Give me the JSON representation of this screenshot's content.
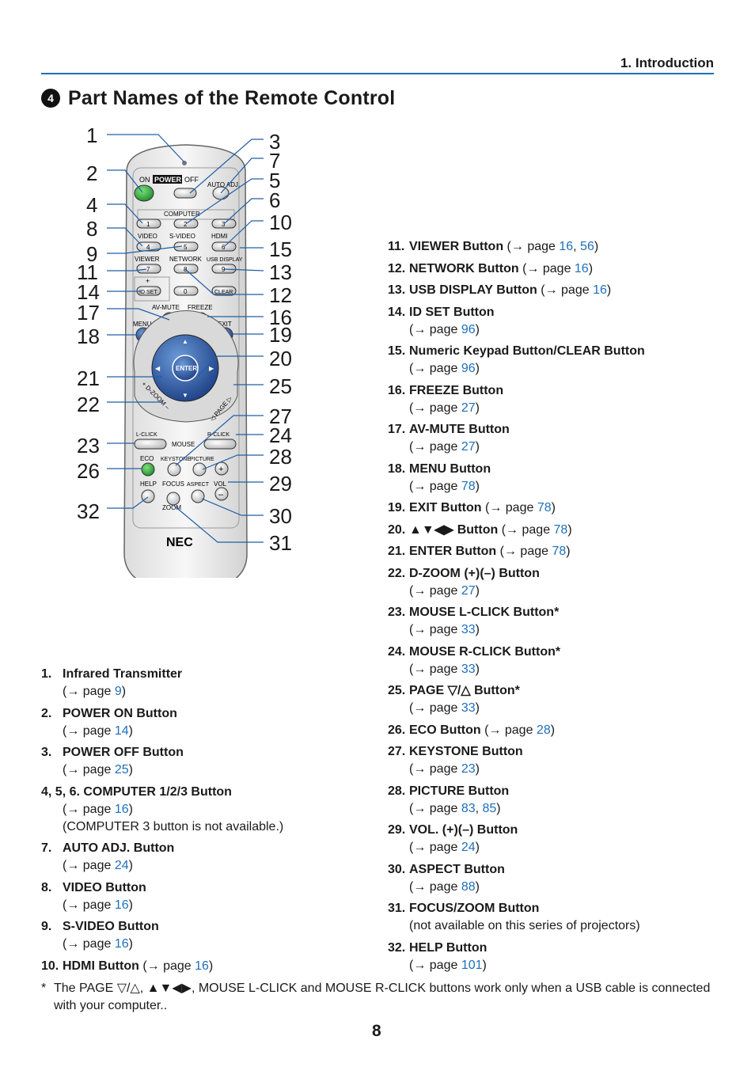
{
  "header": {
    "section": "1. Introduction"
  },
  "title": {
    "number": "4",
    "text": "Part Names of the Remote Control"
  },
  "remote": {
    "buttons": {
      "on": "ON",
      "power": "POWER",
      "off": "OFF",
      "auto_adj": "AUTO ADJ.",
      "computer": "COMPUTER",
      "k1": "1",
      "k2": "2",
      "k3": "3",
      "video": "VIDEO",
      "svideo": "S-VIDEO",
      "hdmi": "HDMI",
      "k4": "4",
      "k5": "5",
      "k6": "6",
      "viewer": "VIEWER",
      "network": "NETWORK",
      "usb_display": "USB DISPLAY",
      "k7": "7",
      "k8": "8",
      "k9": "9",
      "plus": "+",
      "id_set": "ID SET",
      "clear": "CLEAR",
      "k0": "0",
      "av_mute": "AV-MUTE",
      "freeze": "FREEZE",
      "menu": "MENU",
      "exit": "EXIT",
      "enter": "ENTER",
      "dzoom": "+ D-ZOOM –",
      "page": "◁ PAGE ▷",
      "l_click": "L-CLICK",
      "r_click": "R-CLICK",
      "mouse": "MOUSE",
      "eco": "ECO",
      "keystone": "KEYSTONE",
      "picture": "PICTURE",
      "help": "HELP",
      "focus": "FOCUS",
      "aspect": "ASPECT",
      "vol": "VOL",
      "zoom": "ZOOM",
      "brand": "NEC"
    },
    "callouts_left": [
      "1",
      "2",
      "4",
      "8",
      "9",
      "11",
      "14",
      "17",
      "18",
      "21",
      "22",
      "23",
      "26",
      "32"
    ],
    "callouts_right": [
      "3",
      "7",
      "5",
      "6",
      "10",
      "15",
      "13",
      "12",
      "16",
      "19",
      "20",
      "25",
      "27",
      "24",
      "28",
      "29",
      "30",
      "31"
    ]
  },
  "list_left": [
    {
      "num": "1.",
      "label": "Infrared Transmitter",
      "ref": "(→ page ",
      "pages": [
        "9"
      ],
      "inline": false
    },
    {
      "num": "2.",
      "label": "POWER ON Button",
      "ref": "(→ page ",
      "pages": [
        "14"
      ],
      "inline": false
    },
    {
      "num": "3.",
      "label": "POWER OFF Button",
      "ref": "(→ page ",
      "pages": [
        "25"
      ],
      "inline": false
    },
    {
      "num": "4, 5, 6.",
      "label": "COMPUTER 1/2/3 Button",
      "ref": "(→ page ",
      "pages": [
        "16"
      ],
      "inline": false,
      "note": "(COMPUTER 3 button is not available.)"
    },
    {
      "num": "7.",
      "label": "AUTO ADJ. Button",
      "ref": "(→ page ",
      "pages": [
        "24"
      ],
      "inline": false
    },
    {
      "num": "8.",
      "label": "VIDEO Button",
      "ref": "(→ page ",
      "pages": [
        "16"
      ],
      "inline": false
    },
    {
      "num": "9.",
      "label": "S-VIDEO Button",
      "ref": "(→ page ",
      "pages": [
        "16"
      ],
      "inline": false
    },
    {
      "num": "10.",
      "label": "HDMI Button",
      "ref": "(→ page ",
      "pages": [
        "16"
      ],
      "inline": true
    }
  ],
  "list_right": [
    {
      "num": "11.",
      "label": "VIEWER Button",
      "ref": "(→ page ",
      "pages": [
        "16",
        "56"
      ],
      "inline": true
    },
    {
      "num": "12.",
      "label": "NETWORK Button",
      "ref": "(→ page ",
      "pages": [
        "16"
      ],
      "inline": true
    },
    {
      "num": "13.",
      "label": "USB DISPLAY Button",
      "ref": "(→ page ",
      "pages": [
        "16"
      ],
      "inline": true
    },
    {
      "num": "14.",
      "label": "ID SET Button",
      "ref": "(→ page ",
      "pages": [
        "96"
      ],
      "inline": false
    },
    {
      "num": "15.",
      "label": "Numeric Keypad Button/CLEAR Button",
      "ref": "(→ page ",
      "pages": [
        "96"
      ],
      "inline": false
    },
    {
      "num": "16.",
      "label": "FREEZE Button",
      "ref": "(→ page ",
      "pages": [
        "27"
      ],
      "inline": false
    },
    {
      "num": "17.",
      "label": "AV-MUTE Button",
      "ref": "(→ page ",
      "pages": [
        "27"
      ],
      "inline": false
    },
    {
      "num": "18.",
      "label": "MENU Button",
      "ref": "(→ page ",
      "pages": [
        "78"
      ],
      "inline": false
    },
    {
      "num": "19.",
      "label": "EXIT Button",
      "ref": "(→ page ",
      "pages": [
        "78"
      ],
      "inline": true
    },
    {
      "num": "20.",
      "label": "▲▼◀▶ Button",
      "ref": "(→ page ",
      "pages": [
        "78"
      ],
      "inline": true
    },
    {
      "num": "21.",
      "label": "ENTER Button",
      "ref": "(→ page ",
      "pages": [
        "78"
      ],
      "inline": true
    },
    {
      "num": "22.",
      "label": "D-ZOOM (+)(–) Button",
      "ref": "(→ page ",
      "pages": [
        "27"
      ],
      "inline": false
    },
    {
      "num": "23.",
      "label": "MOUSE L-CLICK Button*",
      "ref": "(→ page ",
      "pages": [
        "33"
      ],
      "inline": false
    },
    {
      "num": "24.",
      "label": "MOUSE R-CLICK Button*",
      "ref": "(→ page ",
      "pages": [
        "33"
      ],
      "inline": false
    },
    {
      "num": "25.",
      "label": "PAGE ▽/△ Button*",
      "ref": "(→ page ",
      "pages": [
        "33"
      ],
      "inline": false
    },
    {
      "num": "26.",
      "label": "ECO Button",
      "ref": "(→ page ",
      "pages": [
        "28"
      ],
      "inline": true
    },
    {
      "num": "27.",
      "label": "KEYSTONE Button",
      "ref": "(→ page ",
      "pages": [
        "23"
      ],
      "inline": false
    },
    {
      "num": "28.",
      "label": "PICTURE Button",
      "ref": "(→ page ",
      "pages": [
        "83",
        "85"
      ],
      "inline": false
    },
    {
      "num": "29.",
      "label": "VOL. (+)(–) Button",
      "ref": "(→ page ",
      "pages": [
        "24"
      ],
      "inline": false
    },
    {
      "num": "30.",
      "label": "ASPECT Button",
      "ref": "(→ page ",
      "pages": [
        "88"
      ],
      "inline": false
    },
    {
      "num": "31.",
      "label": "FOCUS/ZOOM Button",
      "ref": "",
      "pages": [],
      "inline": false,
      "note": "(not available on this series of projectors)"
    },
    {
      "num": "32.",
      "label": "HELP Button",
      "ref": "(→ page ",
      "pages": [
        "101"
      ],
      "inline": false
    }
  ],
  "footnote": {
    "star": "*",
    "text": "The PAGE ▽/△, ▲▼◀▶, MOUSE L-CLICK and MOUSE R-CLICK buttons work only when a USB cable is connected with your computer.."
  },
  "page_number": "8",
  "colors": {
    "accent_blue": "#1e6fba",
    "power_green": "#2aa84a",
    "nav_blue": "#2d5aa8"
  }
}
